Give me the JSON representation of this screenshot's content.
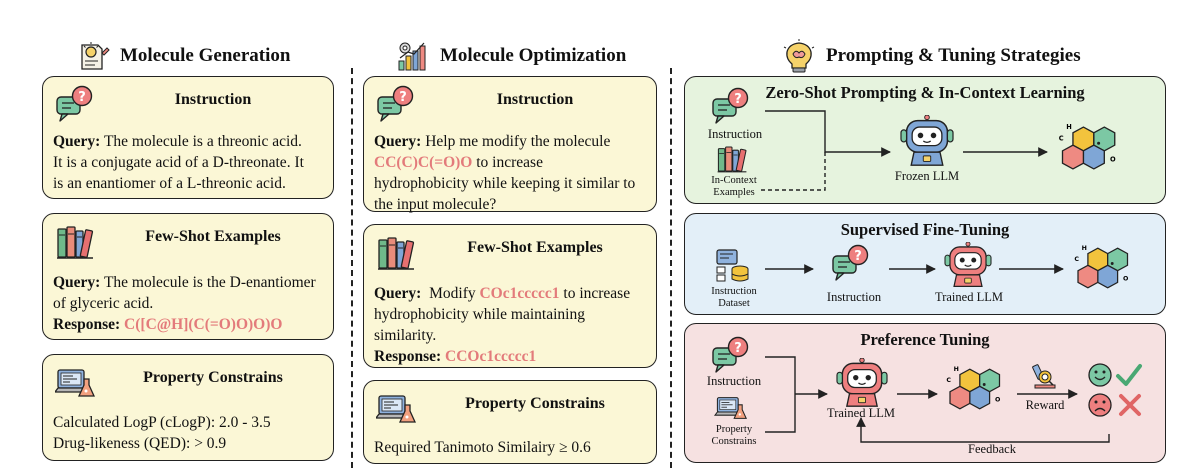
{
  "columns": {
    "generation": {
      "title": "Molecule Generation"
    },
    "optimization": {
      "title": "Molecule Optimization"
    },
    "strategies": {
      "title": "Prompting & Tuning Strategies"
    }
  },
  "generation": {
    "instruction": {
      "title": "Instruction",
      "query_label": "Query:",
      "query_l1": " The molecule is a threonic acid.",
      "query_l2": "It is a conjugate acid of a D-threonate. It",
      "query_l3": "is an enantiomer of a L-threonic acid."
    },
    "few_shot": {
      "title": "Few-Shot Examples",
      "query_label": "Query:",
      "query_l1": " The molecule is the D-enantiomer",
      "query_l2": "of glyceric acid.",
      "response_label": "Response:",
      "response_smiles": "C([C@H](C(=O)O)O)O"
    },
    "constraints": {
      "title": "Property Constrains",
      "line1": "Calculated LogP (cLogP): 2.0 - 3.5",
      "line2": "Drug-likeness (QED): > 0.9"
    }
  },
  "optimization": {
    "instruction": {
      "title": "Instruction",
      "query_label": "Query:",
      "query_l1": " Help me modify the molecule",
      "smiles": "CC(C)C(=O)O",
      "query_l2_rest": " to increase",
      "query_l3": "hydrophobicity while keeping it similar to",
      "query_l4": "the input molecule?"
    },
    "few_shot": {
      "title": "Few-Shot Examples",
      "query_label": "Query:",
      "query_pre": "  Modify ",
      "smiles": "COc1ccccc1",
      "query_post": " to increase",
      "query_l2": "hydrophobicity while maintaining",
      "query_l3": "similarity.",
      "response_label": "Response:",
      "response_smiles": "CCOc1ccccc1"
    },
    "constraints": {
      "title": "Property Constrains",
      "line1": "Required Tanimoto Similairy ≥ 0.6"
    }
  },
  "strategies": {
    "zero_shot": {
      "title": "Zero-Shot Prompting & In-Context Learning",
      "instruction": "Instruction",
      "in_context_l1": "In-Context",
      "in_context_l2": "Examples",
      "model": "Frozen LLM",
      "color": "#e6f3de"
    },
    "sft": {
      "title": "Supervised Fine-Tuning",
      "dataset_l1": "Instruction",
      "dataset_l2": "Dataset",
      "instruction": "Instruction",
      "model": "Trained LLM",
      "color": "#e3eff8"
    },
    "preference": {
      "title": "Preference Tuning",
      "instruction": "Instruction",
      "constraints_l1": "Property",
      "constraints_l2": "Constrains",
      "model": "Trained LLM",
      "reward": "Reward",
      "feedback": "Feedback",
      "color": "#f6e1e1"
    }
  },
  "colors": {
    "card_bg": "#fbf7d6",
    "smiles": "#e37b7b"
  },
  "icons": [
    "document-lightbulb-icon",
    "bar-chart-gear-icon",
    "brain-lightbulb-icon",
    "chat-question-icon",
    "books-icon",
    "laptop-flask-icon",
    "robot-icon",
    "molecule-icon",
    "database-icon",
    "microscope-icon",
    "smiley-face-icon",
    "sad-face-icon",
    "check-icon",
    "cross-icon"
  ]
}
